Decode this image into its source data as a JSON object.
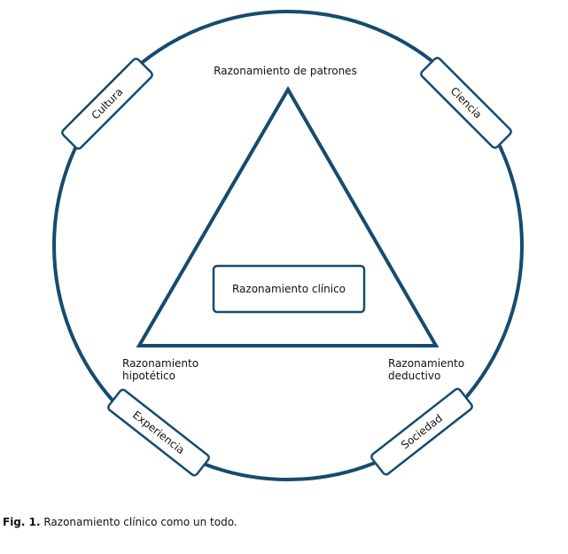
{
  "diagram": {
    "accent_color": "#164b6e",
    "center_label": "Razonamiento clínico",
    "vertices": {
      "top": "Razonamiento de patrones",
      "bottom_left": [
        "Razonamiento",
        "hipotético"
      ],
      "bottom_right": [
        "Razonamiento",
        "deductivo"
      ]
    },
    "circle_tags": {
      "top_left": "Cultura",
      "top_right": "Ciencia",
      "bottom_left": "Experiencia",
      "bottom_right": "Sociedad"
    }
  },
  "caption": {
    "label": "Fig. 1.",
    "text": " Razonamiento clínico como un todo."
  }
}
